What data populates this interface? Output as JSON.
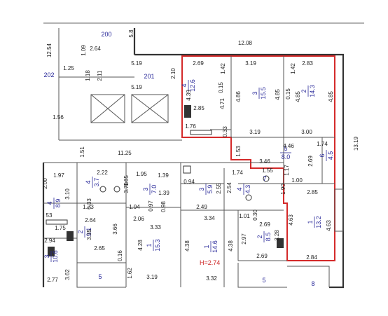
{
  "rooms": [
    {
      "id": "r200",
      "num": "200",
      "area": ""
    },
    {
      "id": "r201",
      "num": "201",
      "area": ""
    },
    {
      "id": "r202",
      "num": "202",
      "area": ""
    },
    {
      "id": "a4",
      "num": "4",
      "area": "12.6"
    },
    {
      "id": "a3",
      "num": "3",
      "area": "15.5"
    },
    {
      "id": "a2",
      "num": "2",
      "area": "14.3"
    },
    {
      "id": "a5",
      "num": "5",
      "area": "8.0"
    },
    {
      "id": "a6",
      "num": "6",
      "area": "4.5"
    },
    {
      "id": "a1",
      "num": "1",
      "area": "13.2"
    },
    {
      "id": "a7",
      "num": "7",
      "area": ""
    },
    {
      "id": "b4",
      "num": "4",
      "area": "4.3"
    },
    {
      "id": "b2",
      "num": "2",
      "area": "8.5"
    },
    {
      "id": "b1",
      "num": "1",
      "area": "14.6"
    },
    {
      "id": "b3",
      "num": "3",
      "area": "5.9"
    },
    {
      "id": "c3",
      "num": "3",
      "area": "7.0"
    },
    {
      "id": "c1",
      "num": "1",
      "area": "15.3"
    },
    {
      "id": "d4",
      "num": "4",
      "area": "3.7"
    },
    {
      "id": "d2",
      "num": "2",
      "area": "9.1"
    },
    {
      "id": "e4",
      "num": "4",
      "area": "8.9"
    },
    {
      "id": "e3",
      "num": "3",
      "area": "10.6"
    },
    {
      "id": "f5a",
      "num": "5",
      "area": ""
    },
    {
      "id": "f5b",
      "num": "5",
      "area": ""
    },
    {
      "id": "f8",
      "num": "8",
      "area": ""
    }
  ],
  "dims": [
    "12.54",
    "1.09",
    "5.8",
    "2.64",
    "12.08",
    "1.25",
    "1.18",
    "2.11",
    "5.19",
    "2.10",
    "2.69",
    "1.42",
    "3.19",
    "1.42",
    "2.83",
    "4.39",
    "0.15",
    "4.86",
    "4.85",
    "0.15",
    "4.85",
    "4.85",
    "5.19",
    "4.71",
    "2.85",
    "1.56",
    "1.76",
    "0.33",
    "3.19",
    "3.00",
    "13.19",
    "1.51",
    "11.25",
    "4.46",
    "1.74",
    "1.53",
    "2.69",
    "3.46",
    "1.97",
    "2.22",
    "1.95",
    "1.39",
    "1.74",
    "1.55",
    "1.17",
    "2.00",
    "3.10",
    "1.65",
    "3.70",
    "2.55",
    "1.90",
    "1.00",
    "0.94",
    "1.39",
    "2.54",
    "2.85",
    "0.33",
    "1.73",
    "1.94",
    "0.97",
    "0.98",
    "2.49",
    "53",
    "2.64",
    "2.06",
    "3.34",
    "1.01",
    "0.30",
    "2.69",
    "4.63",
    "4.63",
    "1.75",
    "3.35",
    "3.66",
    "3.33",
    "2.97",
    "3.28",
    "2.94",
    "4.28",
    "4.38",
    "4.38",
    "2.65",
    "0.16",
    "3.62",
    "1.62",
    "2.77",
    "3.19",
    "3.32",
    "2.69",
    "2.84"
  ],
  "height_note": "H=2.74"
}
